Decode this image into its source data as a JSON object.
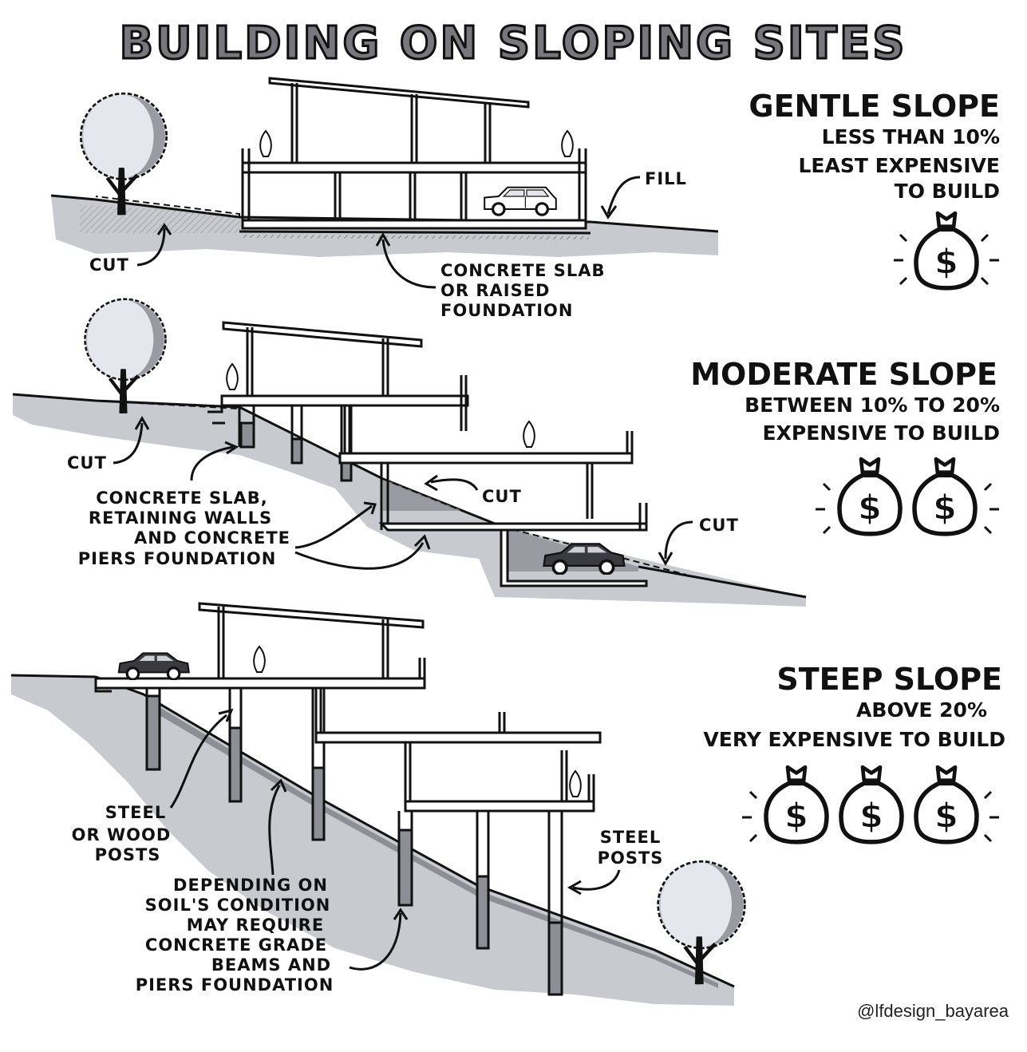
{
  "title": "BUILDING ON SLOPING SITES",
  "credit": "@lfdesign_bayarea",
  "colors": {
    "ink": "#111111",
    "ground": "#c9c9d0",
    "shade": "#8e8e96",
    "tree_light": "#e6e6ee",
    "tree_dark": "#9a9aa2",
    "title_fill": "#77777d"
  },
  "sections": [
    {
      "heading": "GENTLE SLOPE",
      "line1": "LESS THAN 10%",
      "line2": "LEAST EXPENSIVE",
      "line3": "TO BUILD",
      "cost_bags": 1,
      "labels": {
        "fill": "FILL",
        "cut": "CUT",
        "foundation": [
          "CONCRETE SLAB",
          "OR RAISED",
          "FOUNDATION"
        ]
      }
    },
    {
      "heading": "MODERATE SLOPE",
      "line1": "BETWEEN 10% TO 20%",
      "line2": "EXPENSIVE TO BUILD",
      "cost_bags": 2,
      "labels": {
        "cut_left": "CUT",
        "cut_mid": "CUT",
        "cut_right": "CUT",
        "foundation": [
          "CONCRETE SLAB,",
          "RETAINING WALLS",
          "AND CONCRETE",
          "PIERS FOUNDATION"
        ]
      }
    },
    {
      "heading": "STEEP SLOPE",
      "line1": "ABOVE  20%",
      "line2": "VERY EXPENSIVE TO BUILD",
      "cost_bags": 3,
      "labels": {
        "posts_left": [
          "STEEL",
          "OR WOOD",
          "POSTS"
        ],
        "posts_right": [
          "STEEL",
          "POSTS"
        ],
        "soil": [
          "DEPENDING ON",
          "SOIL'S CONDITION",
          "MAY REQUIRE",
          "CONCRETE GRADE",
          "BEAMS AND",
          "PIERS FOUNDATION"
        ]
      }
    }
  ],
  "currency_symbol": "$"
}
